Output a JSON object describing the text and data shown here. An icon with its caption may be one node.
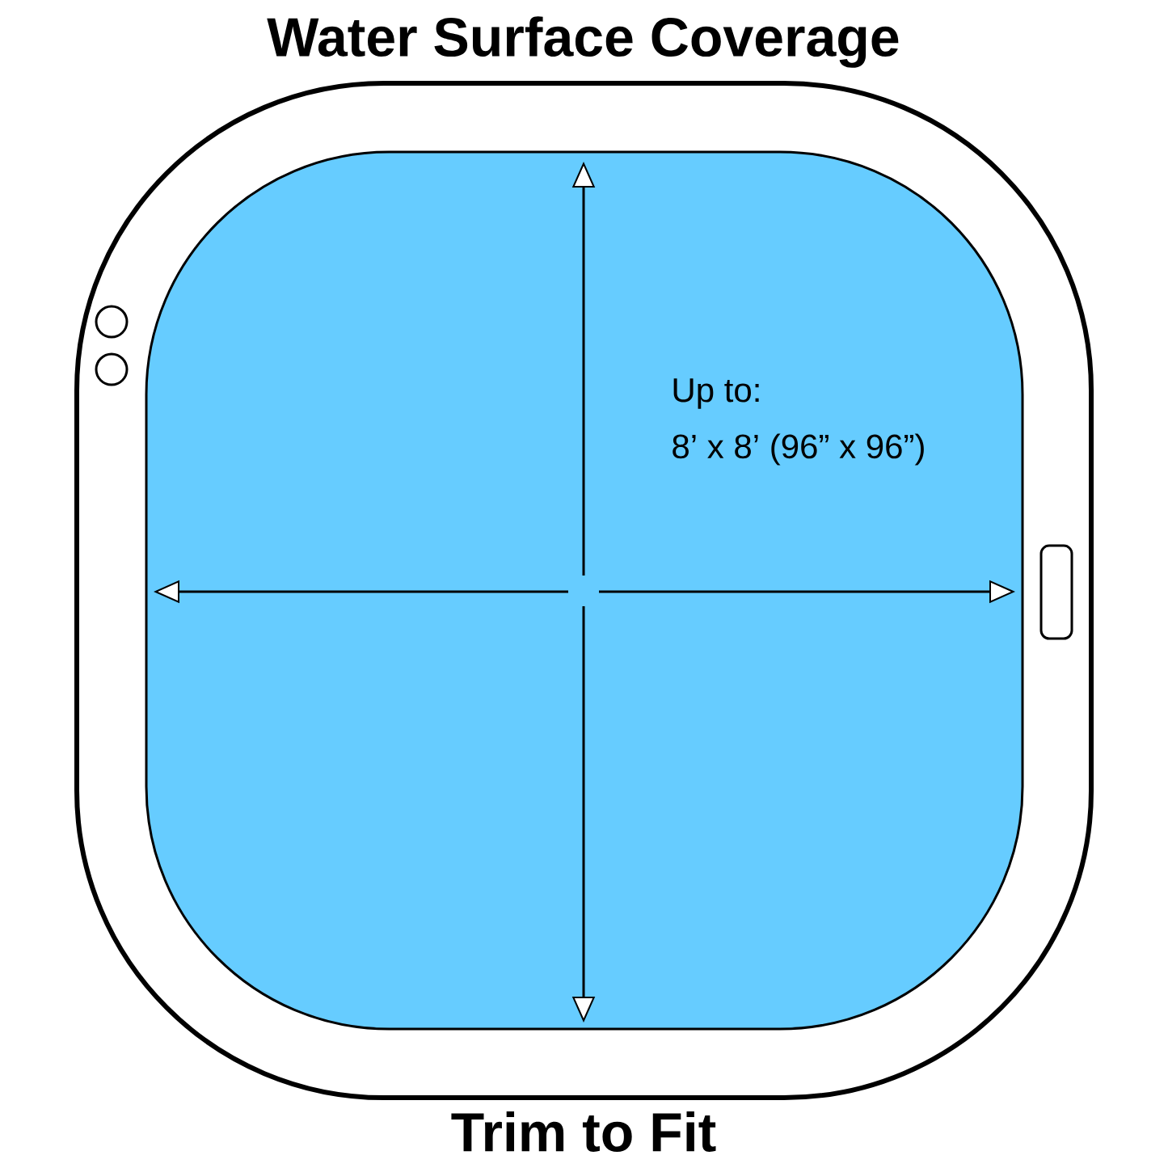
{
  "diagram": {
    "title": "Water Surface Coverage",
    "caption": "Trim to Fit",
    "labels": [
      "Up to:",
      "8’ x 8’ (96” x 96”)"
    ]
  }
}
